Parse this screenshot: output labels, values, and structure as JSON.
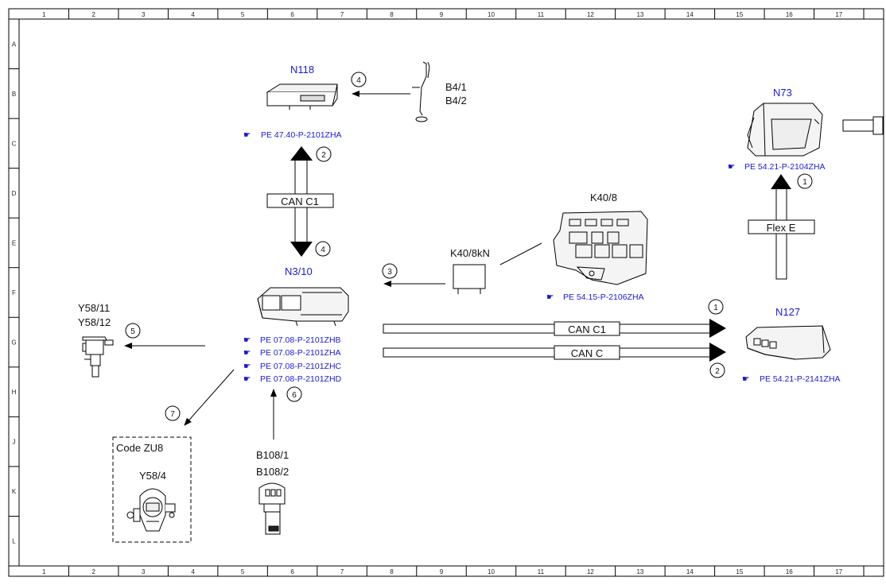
{
  "grid": {
    "columns": [
      "1",
      "2",
      "3",
      "4",
      "5",
      "6",
      "7",
      "8",
      "9",
      "10",
      "11",
      "12",
      "13",
      "14",
      "15",
      "16",
      "17"
    ],
    "rows": [
      "A",
      "B",
      "C",
      "D",
      "E",
      "F",
      "G",
      "H",
      "J",
      "K",
      "L"
    ]
  },
  "components": {
    "n118": {
      "id": "N118",
      "ref": "PE 47.40-P-2101ZHA"
    },
    "b4": {
      "id1": "B4/1",
      "id2": "B4/2"
    },
    "n73": {
      "id": "N73",
      "ref": "PE 54.21-P-2104ZHA"
    },
    "k40_8": {
      "id": "K40/8",
      "ref": "PE 54.15-P-2106ZHA"
    },
    "k40_8kn": {
      "id": "K40/8kN"
    },
    "n3_10": {
      "id": "N3/10",
      "refs": [
        "PE 07.08-P-2101ZHB",
        "PE 07.08-P-2101ZHA",
        "PE 07.08-P-2101ZHC",
        "PE 07.08-P-2101ZHD"
      ]
    },
    "n127": {
      "id": "N127",
      "ref": "PE 54.21-P-2141ZHA"
    },
    "y58_11": {
      "id1": "Y58/11",
      "id2": "Y58/12"
    },
    "zu8": {
      "code": "Code ZU8",
      "id": "Y58/4"
    },
    "b108": {
      "id1": "B108/1",
      "id2": "B108/2"
    }
  },
  "buses": {
    "can_c1_vertical": "CAN C1",
    "flex_e": "Flex E",
    "can_c1_horizontal": "CAN C1",
    "can_c": "CAN C"
  },
  "callouts": {
    "b4_to_n118": "4",
    "n118_up": "2",
    "n3_10_down": "4",
    "n73_up": "1",
    "k40_to_n3": "3",
    "n127_c1": "1",
    "n127_c": "2",
    "to_y58_11": "5",
    "b108_up": "6",
    "to_zu8": "7"
  }
}
